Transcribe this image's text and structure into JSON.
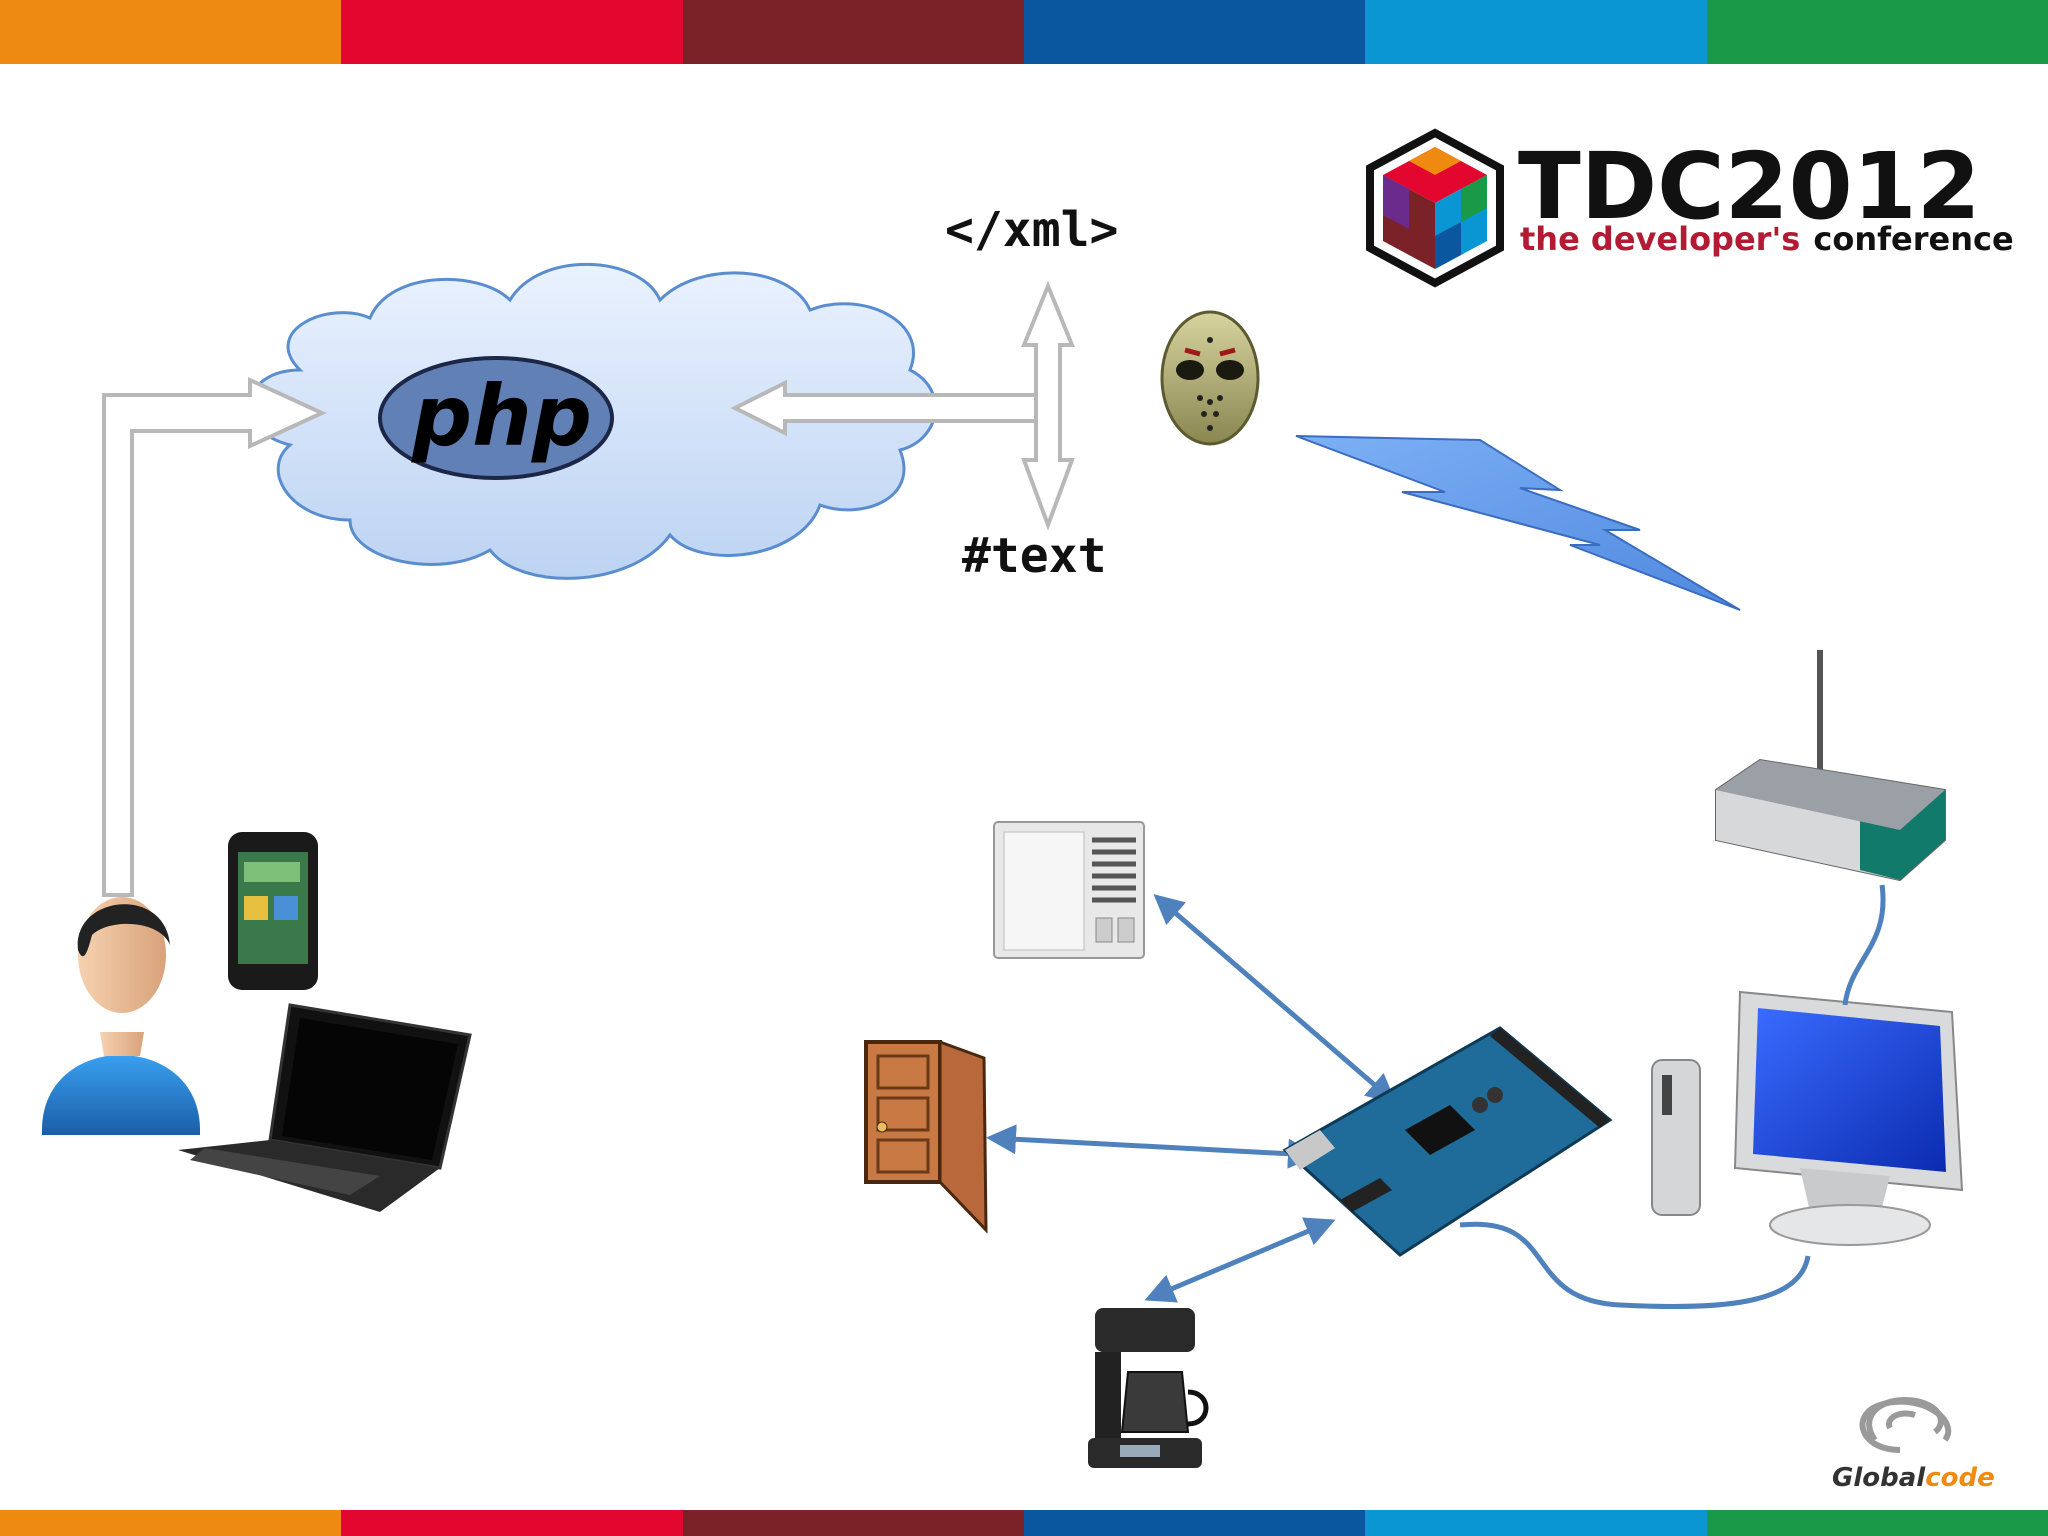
{
  "header": {
    "color_bands": [
      "#ef8a10",
      "#e3062f",
      "#7b2228",
      "#0a57a0",
      "#0a96d3",
      "#1a9a48"
    ]
  },
  "logo": {
    "title": "TDC2012",
    "subtitle_colored": "the developer's",
    "subtitle_dark": "conference"
  },
  "cloud": {
    "php_label": "php"
  },
  "labels": {
    "xml": "</xml>",
    "text": "#text"
  },
  "footer": {
    "brand_part1": "Global",
    "brand_part2": "code"
  },
  "icons": [
    "tdc-cube-icon",
    "php-cloud",
    "hockey-mask-icon",
    "lightning-bolt-icon",
    "wifi-router-icon",
    "desktop-computer-icon",
    "arduino-board-icon",
    "air-conditioner-icon",
    "door-icon",
    "coffee-maker-icon",
    "user-avatar-icon",
    "smartphone-icon",
    "laptop-icon",
    "globalcode-logo-icon"
  ],
  "colors": {
    "connector_blue": "#4f81bd",
    "cloud_fill": "#c9dcf7",
    "cloud_stroke": "#5a8dd0",
    "arrow_gray": "#b8b8b8"
  }
}
